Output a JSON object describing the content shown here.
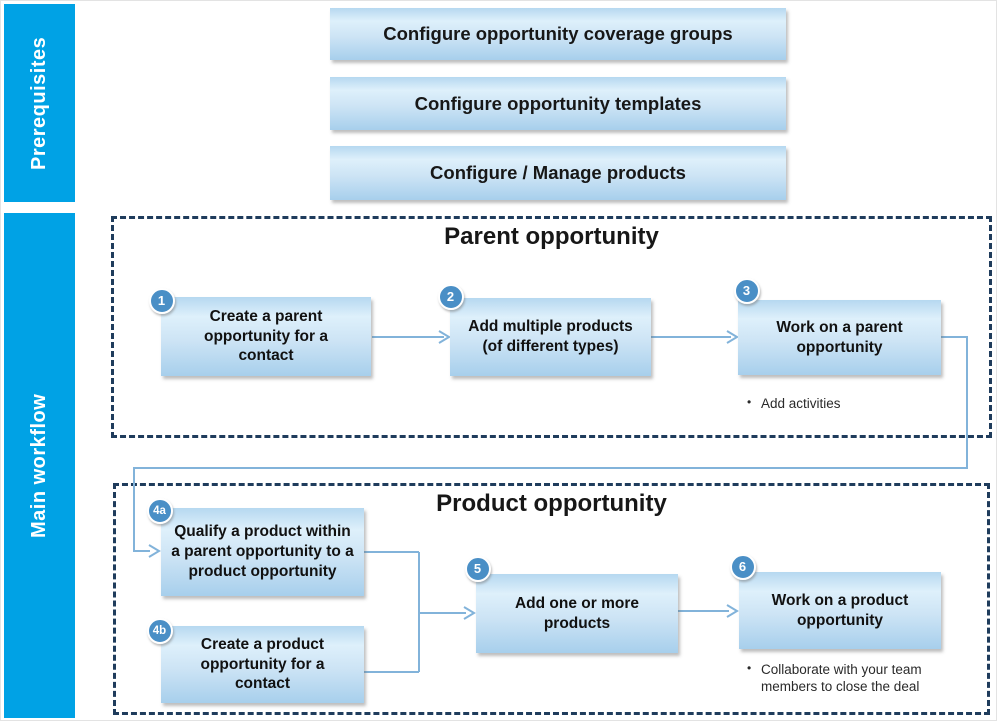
{
  "sidebar": {
    "prerequisites_label": "Prerequisites",
    "main_workflow_label": "Main workflow",
    "color": "#00a2e5"
  },
  "prerequisites": {
    "items": [
      {
        "label": "Configure opportunity coverage groups"
      },
      {
        "label": "Configure opportunity templates"
      },
      {
        "label": "Configure / Manage products"
      }
    ]
  },
  "parent_section": {
    "title": "Parent opportunity",
    "steps": [
      {
        "number": "1",
        "label": "Create a parent opportunity for a contact"
      },
      {
        "number": "2",
        "label": "Add multiple products (of different types)"
      },
      {
        "number": "3",
        "label": "Work on a parent opportunity",
        "bullets": [
          "Add activities"
        ]
      }
    ]
  },
  "product_section": {
    "title": "Product opportunity",
    "steps": [
      {
        "number": "4a",
        "label": "Qualify a product within a parent opportunity to a product opportunity"
      },
      {
        "number": "4b",
        "label": "Create a product opportunity for a contact"
      },
      {
        "number": "5",
        "label": "Add one or more products"
      },
      {
        "number": "6",
        "label": "Work on a product opportunity",
        "bullets": [
          "Collaborate with your team members to close the deal"
        ]
      }
    ]
  },
  "colors": {
    "sidebar_cyan": "#00a2e5",
    "step_circle_blue": "#4a8fc6",
    "dashed_border_navy": "#1f3c5c",
    "connector_blue": "#82b3da",
    "box_gradient_top": "#b6d8f0",
    "box_gradient_bottom": "#a7cfec",
    "text_dark": "#171717"
  }
}
